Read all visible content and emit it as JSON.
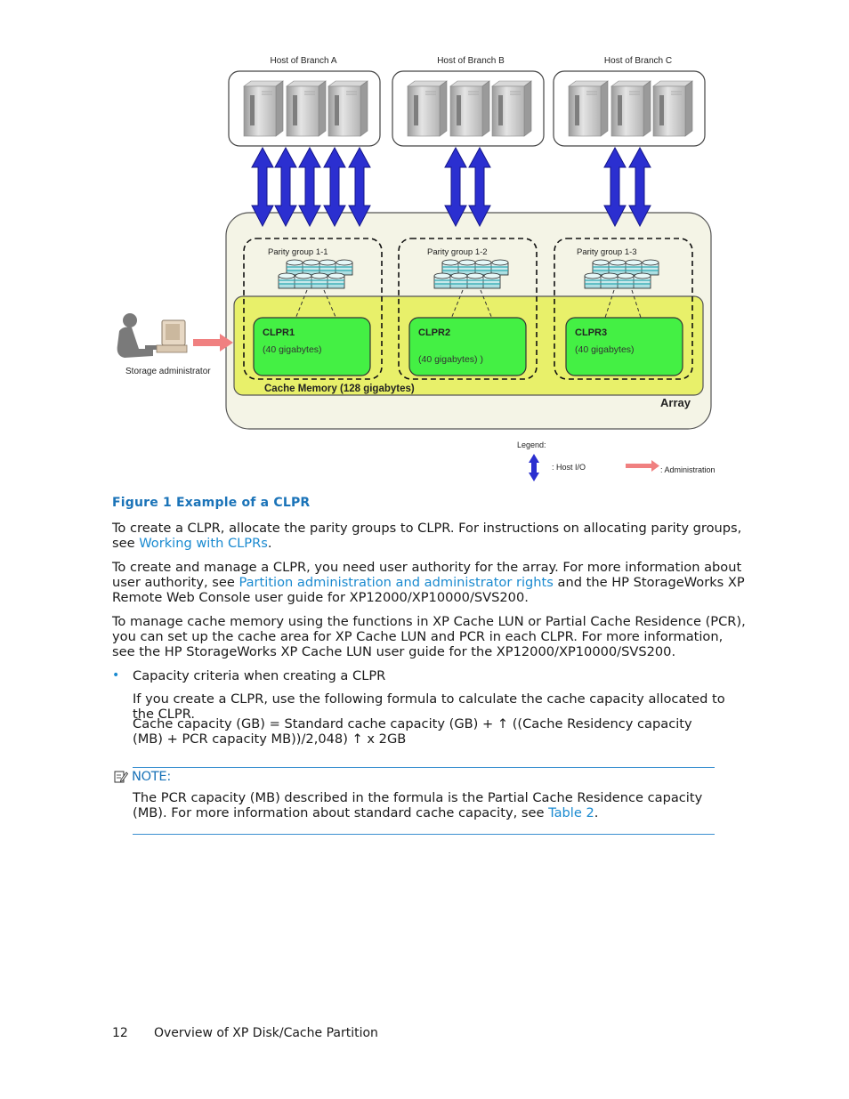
{
  "figure": {
    "hosts": [
      {
        "label": "Host of Branch A"
      },
      {
        "label": "Host of Branch B"
      },
      {
        "label": "Host of Branch C"
      }
    ],
    "parity_groups": [
      {
        "label": "Parity group 1-1"
      },
      {
        "label": "Parity group 1-2"
      },
      {
        "label": "Parity group 1-3"
      }
    ],
    "clprs": [
      {
        "name": "CLPR1",
        "size": "(40 gigabytes)"
      },
      {
        "name": "CLPR2",
        "size": "(40 gigabytes) )"
      },
      {
        "name": "CLPR3",
        "size": "(40 gigabytes)"
      }
    ],
    "cache_memory_label": "Cache Memory (128 gigabytes)",
    "array_label": "Array",
    "admin_label": "Storage administrator",
    "legend": {
      "title": "Legend:",
      "host_io": ": Host I/O",
      "administration": ": Administration"
    },
    "colors": {
      "host_io_arrow": "#2b2fd0",
      "admin_arrow": "#f08080",
      "cache_memory": "#e8f06a",
      "clpr": "#44f044",
      "array": "#f4f4e6"
    }
  },
  "caption": "Figure 1 Example of a CLPR",
  "paragraphs": {
    "p1_a": "To create a CLPR, allocate the parity groups to CLPR. For instructions on allocating parity groups, see ",
    "p1_link": "Working with CLPRs",
    "p1_b": ".",
    "p2_a": "To create and manage a CLPR, you need user authority for the array.  For more information about user authority, see ",
    "p2_link": "Partition administration and administrator rights",
    "p2_b": " and the HP StorageWorks XP Remote Web Console user guide for XP12000/XP10000/SVS200.",
    "p3": "To manage cache memory using the functions in XP Cache LUN or Partial Cache Residence (PCR), you can set up the cache area for XP Cache LUN and PCR in each CLPR. For more information, see the HP StorageWorks XP Cache LUN user guide for the XP12000/XP10000/SVS200.",
    "bullet": "Capacity criteria when creating a CLPR",
    "p4": "If you create a CLPR, use the following formula to calculate the cache capacity allocated to the CLPR.",
    "formula": "Cache capacity (GB) = Standard cache capacity (GB) + ↑ ((Cache Residency capacity (MB) + PCR capacity MB))/2,048) ↑ x 2GB"
  },
  "note": {
    "label": "NOTE:",
    "text_a": "The PCR capacity (MB) described in the formula is the Partial Cache Residence capacity (MB). For more information about standard cache capacity, see ",
    "link": "Table 2",
    "text_b": "."
  },
  "footer": {
    "page_number": "12",
    "section": "Overview of XP Disk/Cache Partition"
  }
}
